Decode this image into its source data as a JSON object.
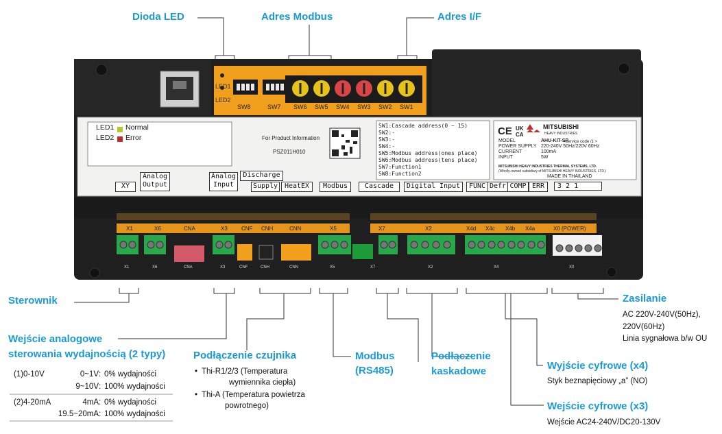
{
  "callouts": {
    "dioda_led": "Dioda LED",
    "adres_modbus": "Adres Modbus",
    "adres_if": "Adres I/F",
    "sterownik": "Sterownik",
    "zasilanie": "Zasilanie",
    "zasilanie_lines": [
      "AC 220V-240V(50Hz),",
      "220V(60Hz)",
      "Linia sygnałowa b/w OU"
    ],
    "wejscie_analogowe": [
      "Wejście analogowe",
      "sterowania wydajnością (2 typy)"
    ],
    "analog_table": [
      {
        "type": "(1)0-10V",
        "rows": [
          {
            "in": "0~1V",
            "out": "0% wydajności"
          },
          {
            "in": "9~10V",
            "out": "100% wydajności"
          }
        ]
      },
      {
        "type": "(2)4-20mA",
        "rows": [
          {
            "in": "4mA",
            "out": "0% wydajności"
          },
          {
            "in": "19.5~20mA",
            "out": "100% wydajności"
          }
        ]
      }
    ],
    "podlaczenie_czujnika": "Podłączenie czujnika",
    "czujnik_items": [
      {
        "line1": "Thi-R1/2/3 (Temperatura",
        "line2": "wymiennika ciepła)"
      },
      {
        "line1": "Thi-A (Temperatura powietrza",
        "line2": "powrotnego)"
      }
    ],
    "modbus": [
      "Modbus",
      "(RS485)"
    ],
    "podlaczenie_kaskadowe": [
      "Podłączenie",
      "kaskadowe"
    ],
    "wyjscie_cyfrowe": "Wyjście cyfrowe (x4)",
    "wyjscie_cyfrowe_desc": "Styk beznapięciowy „a” (NO)",
    "wejscie_cyfrowe": "Wejście cyfrowe (x3)",
    "wejscie_cyfrowe_desc": "Wejście AC24-240V/DC20-130V"
  },
  "device": {
    "led_labels": [
      "LED1",
      "LED2"
    ],
    "switches": [
      "SW8",
      "SW7",
      "SW6",
      "SW5",
      "SW4",
      "SW3",
      "SW2",
      "SW1"
    ],
    "legend": {
      "led1": "LED1",
      "led1_state": "Normal",
      "led2": "LED2",
      "led2_state": "Error"
    },
    "product_info": "For Product Information",
    "product_code": "PSZ011H010",
    "sw_list": [
      "SW1:Cascade address(0 ~ 15)",
      "SW2:-",
      "SW3:-",
      "SW4:-",
      "SW5:Modbus address(ones place)",
      "SW6:Modbus address(tens place)",
      "SW7:Function1",
      "SW8:Function2"
    ],
    "brand": "MITSUBISHI",
    "brand_sub": "HEAVY INDUSTRIES",
    "rating": [
      {
        "k": "MODEL",
        "v": "AHU-KIT-SP"
      },
      {
        "k": "POWER SUPPLY",
        "v": "220-240V 50Hz/220V 60Hz"
      },
      {
        "k": "CURRENT",
        "v": "100mA"
      },
      {
        "k": "INPUT",
        "v": "5W"
      }
    ],
    "service_code": "<service code   /1  >",
    "company": "MITSUBISHI HEAVY INDUSTRIES THERMAL SYSTEMS, LTD.",
    "company_sub": "(Wholly-owned subsidiary of MITSUBISHI HEAVY INDUSTRIES, LTD.)",
    "made_in": "MADE IN THAILAND",
    "bottom_labels": {
      "xy": "XY",
      "analog_output": [
        "Analog",
        "Output"
      ],
      "analog_input": [
        "Analog",
        "Input"
      ],
      "discharge": "Discharge",
      "supply": "Supply",
      "heatex": "HeatEX",
      "modbus": "Modbus",
      "cascade": "Cascade",
      "digital_input": "Digital Input",
      "func": "FUNC",
      "defr": "Defr",
      "comp": "COMP",
      "err": "ERR",
      "power": "3  2  1"
    },
    "connectors": [
      "X1",
      "X6",
      "CNA",
      "X3",
      "CNF",
      "CNH",
      "CNN",
      "X5",
      "X7",
      "X2",
      "X4d",
      "X4c",
      "X4b",
      "X4a",
      "X0 (POWER)"
    ],
    "terminal_labels": [
      "X1",
      "X6",
      "CNA",
      "X3",
      "CNF",
      "CNH",
      "CNN",
      "X5",
      "X7",
      "X2",
      "X4",
      "X0"
    ]
  }
}
